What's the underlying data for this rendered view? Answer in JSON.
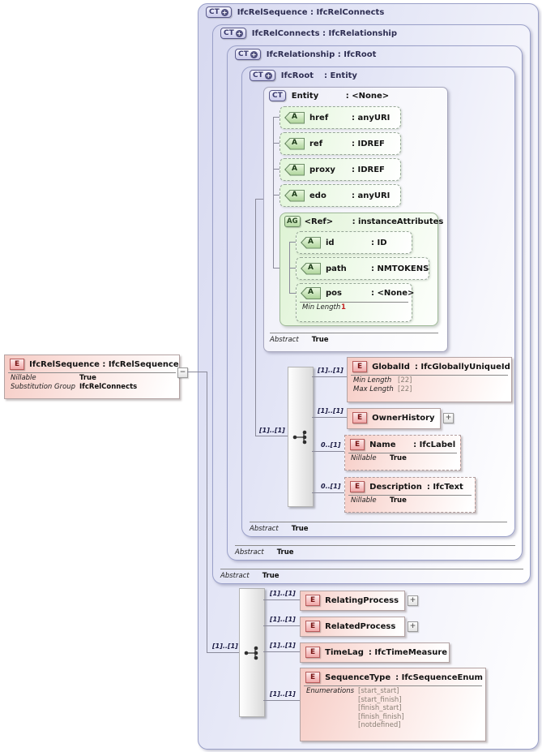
{
  "containers": [
    {
      "badge": "CT",
      "expand": "+",
      "title": "IfcRelSequence : IfcRelConnects"
    },
    {
      "badge": "CT",
      "expand": "+",
      "title": "IfcRelConnects : IfcRelationship",
      "footer": {
        "label": "Abstract",
        "value": "True"
      }
    },
    {
      "badge": "CT",
      "expand": "+",
      "title": "IfcRelationship : IfcRoot",
      "footer": {
        "label": "Abstract",
        "value": "True"
      }
    },
    {
      "badge": "CT",
      "expand": "+",
      "title": "IfcRoot",
      "type": ": Entity",
      "footer": {
        "label": "Abstract",
        "value": "True"
      }
    }
  ],
  "entity": {
    "badge": "CT",
    "name": "Entity",
    "type": ": <None>",
    "attributes": [
      {
        "badge": "A",
        "name": "href",
        "type": ": anyURI"
      },
      {
        "badge": "A",
        "name": "ref",
        "type": ": IDREF"
      },
      {
        "badge": "A",
        "name": "proxy",
        "type": ": IDREF"
      },
      {
        "badge": "A",
        "name": "edo",
        "type": ": anyURI"
      }
    ],
    "group": {
      "badge": "AG",
      "name": "<Ref>",
      "type": ": instanceAttributes",
      "attributes": [
        {
          "badge": "A",
          "name": "id",
          "type": ": ID"
        },
        {
          "badge": "A",
          "name": "path",
          "type": ": NMTOKENS"
        },
        {
          "badge": "A",
          "name": "pos",
          "type": ": <None>",
          "constraint": {
            "label": "Min Length",
            "value": "1"
          }
        }
      ]
    },
    "footer": {
      "label": "Abstract",
      "value": "True"
    }
  },
  "root_sequence": {
    "cardinality": "[1]..[1]",
    "elements": [
      {
        "badge": "E",
        "cardinality": "[1]..[1]",
        "name": "GlobalId",
        "type": ": IfcGloballyUniqueId",
        "props": [
          {
            "label": "Min Length",
            "value": "[22]"
          },
          {
            "label": "Max Length",
            "value": "[22]"
          }
        ]
      },
      {
        "badge": "E",
        "cardinality": "[1]..[1]",
        "name": "OwnerHistory",
        "expand": "+"
      },
      {
        "badge": "E",
        "cardinality": "0..[1]",
        "name": "Name",
        "type": ": IfcLabel",
        "props": [
          {
            "label": "Nillable",
            "value": "True"
          }
        ]
      },
      {
        "badge": "E",
        "cardinality": "0..[1]",
        "name": "Description",
        "type": ": IfcText",
        "props": [
          {
            "label": "Nillable",
            "value": "True"
          }
        ]
      }
    ]
  },
  "rel_sequence": {
    "cardinality": "[1]..[1]",
    "elements": [
      {
        "badge": "E",
        "cardinality": "[1]..[1]",
        "name": "RelatingProcess",
        "expand": "+"
      },
      {
        "badge": "E",
        "cardinality": "[1]..[1]",
        "name": "RelatedProcess",
        "expand": "+"
      },
      {
        "badge": "E",
        "cardinality": "[1]..[1]",
        "name": "TimeLag",
        "type": ": IfcTimeMeasure"
      },
      {
        "badge": "E",
        "cardinality": "[1]..[1]",
        "name": "SequenceType",
        "type": ": IfcSequenceEnum",
        "enum": {
          "label": "Enumerations",
          "values": [
            "[start_start]",
            "[start_finish]",
            "[finish_start]",
            "[finish_finish]",
            "[notdefined]"
          ]
        }
      }
    ]
  },
  "left_element": {
    "badge": "E",
    "title": "IfcRelSequence : IfcRelSequence",
    "toggle": "−",
    "props": [
      {
        "label": "Nillable",
        "value": "True"
      },
      {
        "label": "Substitution Group",
        "value": "IfcRelConnects"
      }
    ]
  }
}
